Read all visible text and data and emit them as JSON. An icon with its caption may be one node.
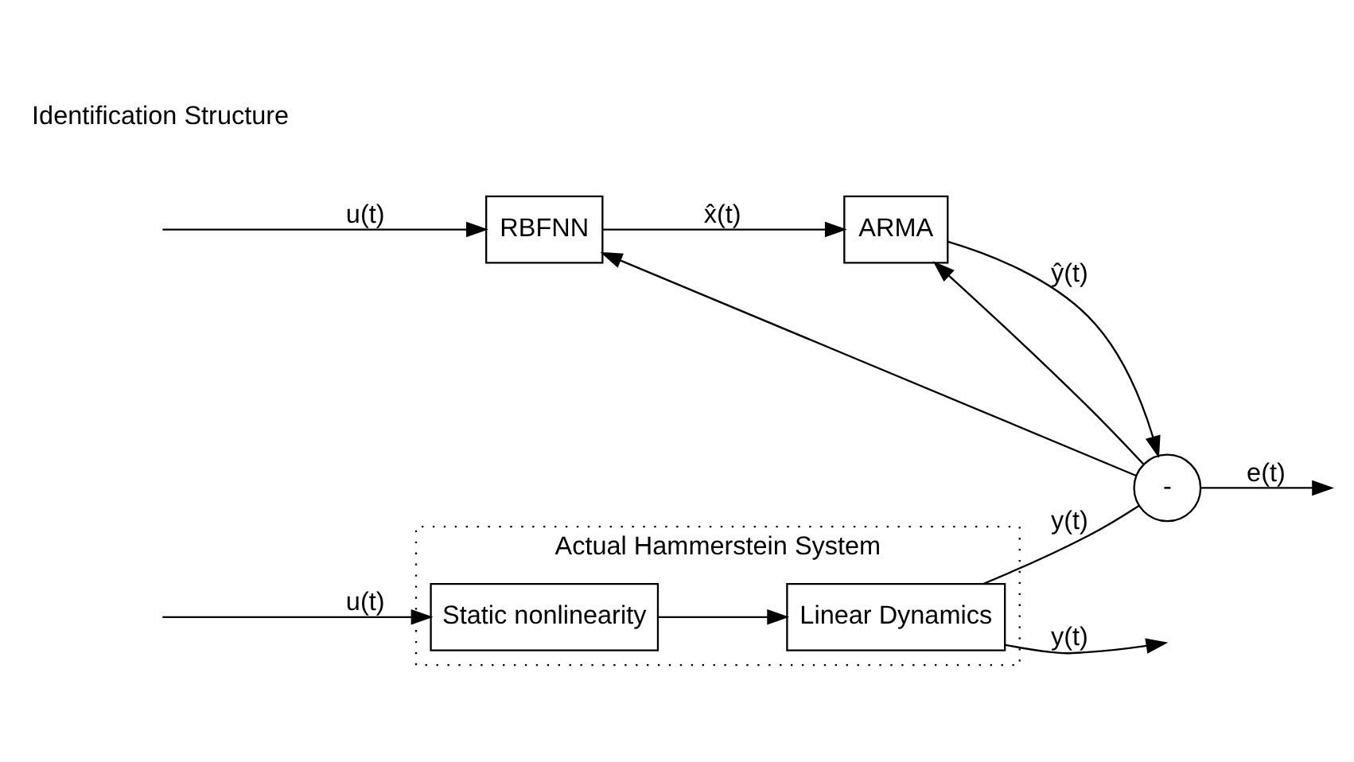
{
  "diagram": {
    "nodes": [
      {
        "text": [
          "Actual Hammerstein System"
        ]
      },
      {
        "text": [
          "Static nonlinearity"
        ],
        "in": 0
      },
      {
        "text": [
          "Linear Dynamics"
        ],
        "in": 0
      },
      {
        "text": [
          "RBFNN"
        ]
      },
      {
        "text": [
          "ARMA"
        ]
      },
      {
        "text": [
          "-"
        ]
      }
    ],
    "edges": [
      {
        "from": null,
        "to": 1,
        "arrow": "to",
        "label": "u(t)"
      },
      {
        "from": null,
        "to": 3,
        "arrow": "to",
        "label": "u(t)"
      },
      {
        "from": 1,
        "to": 2,
        "arrow": "to"
      },
      {
        "from": 2,
        "to": null,
        "arrow": "to",
        "label": "y(t)"
      },
      {
        "from": 2,
        "to": 5,
        "arrow": "none",
        "label": "y(t)"
      },
      {
        "from": 3,
        "to": 4,
        "arrow": "to",
        "label": "x̂(t)"
      },
      {
        "from": 4,
        "to": 5,
        "arrow": "to",
        "label": "ŷ(t)"
      },
      {
        "from": 5,
        "to": null,
        "arrow": "to",
        "label": "e(t)"
      },
      {
        "from": 5,
        "to": 3,
        "arrow": "to"
      },
      {
        "from": 5,
        "to": 4,
        "arrow": "to"
      }
    ],
    "labels": [
      "Identification Structure"
    ]
  }
}
